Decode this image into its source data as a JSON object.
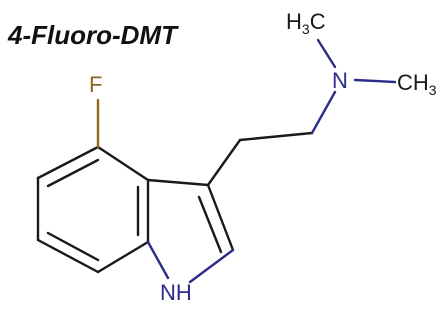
{
  "title": "4-Fluoro-DMT",
  "atoms": {
    "fluorine": "F",
    "amine_nitrogen": "N",
    "indole_n": "NH",
    "methyl_top_h": "H",
    "methyl_top_sub": "3",
    "methyl_top_c": "C",
    "methyl_right": "CH",
    "methyl_right_sub": "3"
  },
  "colors": {
    "bond": "#1a1a1a",
    "nitrogen": "#2b2b8a",
    "fluorine": "#8a6a1e"
  }
}
